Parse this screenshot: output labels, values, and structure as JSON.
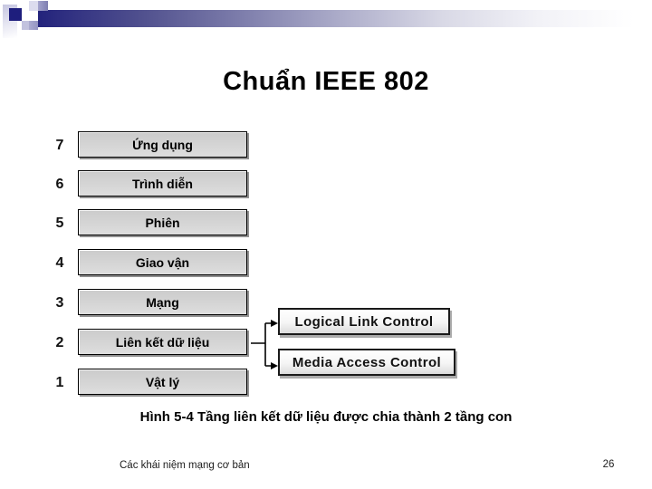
{
  "slide": {
    "title": "Chuẩn IEEE 802",
    "caption": "Hình 5-4 Tầng liên kết dữ liệu được chia thành 2 tầng con",
    "footer": "Các khái niệm mạng cơ bản",
    "page_number": "26"
  },
  "diagram": {
    "layers": [
      {
        "number": "7",
        "label": "Ứng dụng"
      },
      {
        "number": "6",
        "label": "Trình diễn"
      },
      {
        "number": "5",
        "label": "Phiên"
      },
      {
        "number": "4",
        "label": "Giao vận"
      },
      {
        "number": "3",
        "label": "Mạng"
      },
      {
        "number": "2",
        "label": "Liên kết dữ liệu"
      },
      {
        "number": "1",
        "label": "Vật lý"
      }
    ],
    "sublayers": [
      {
        "label": "Logical Link Control"
      },
      {
        "label": "Media Access Control"
      }
    ]
  },
  "colors": {
    "accent_navy": "#1e1e7d",
    "layer_box_fill": "#d2d2d2",
    "sublayer_fill": "#f5f5f5",
    "text": "#000000"
  }
}
